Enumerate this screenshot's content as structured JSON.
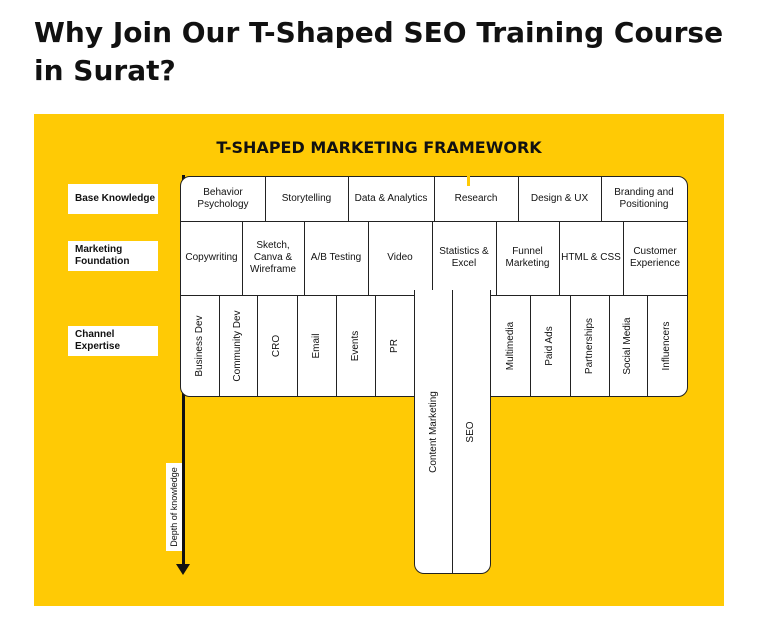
{
  "heading": "Why Join Our T-Shaped SEO Training Course in Surat?",
  "framework": {
    "title": "T-SHAPED MARKETING FRAMEWORK",
    "row_labels": [
      "Base Knowledge",
      "Marketing Foundation",
      "Channel Expertise"
    ],
    "axis_label": "Depth of knowledge",
    "base_knowledge": [
      "Behavior Psychology",
      "Storytelling",
      "Data & Analytics",
      "Research",
      "Design & UX",
      "Branding and Positioning"
    ],
    "marketing_foundation": [
      "Copywriting",
      "Sketch, Canva & Wireframe",
      "A/B Testing",
      "Video",
      "Statistics & Excel",
      "Funnel Marketing",
      "HTML & CSS",
      "Customer Experience"
    ],
    "channel_expertise": [
      "Business Dev",
      "Community Dev",
      "CRO",
      "Email",
      "Events",
      "PR",
      "Content Marketing",
      "SEO",
      "Multimedia",
      "Paid Ads",
      "Partnerships",
      "Social Media",
      "Influencers"
    ]
  },
  "colors": {
    "panel_yellow": "#ffca05",
    "ink": "#111111"
  }
}
